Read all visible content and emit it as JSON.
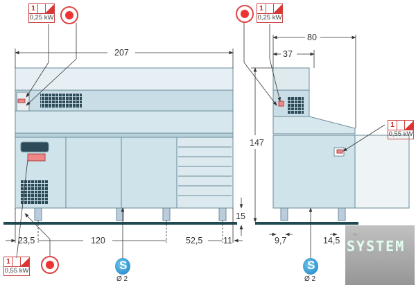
{
  "dimensions": {
    "width_total": "207",
    "height_total": "147",
    "leg_height": "15",
    "depth_total": "80",
    "depth_top": "37",
    "leg_left": "23,5",
    "leg_spacing_1": "120",
    "leg_spacing_2": "52,5",
    "leg_right": "11",
    "side_leg_front": "9,7",
    "side_leg_back": "14,5"
  },
  "badges": [
    {
      "phase": "1",
      "power": "0,25 kW"
    },
    {
      "phase": "1",
      "power": "0,25 kW"
    },
    {
      "phase": "1",
      "power": "0,55 kW"
    },
    {
      "phase": "1",
      "power": "0,55 kW"
    }
  ],
  "water": [
    {
      "icon": "water-drain-icon",
      "label": "Ø 2"
    },
    {
      "icon": "water-drain-icon",
      "label": "Ø 2"
    }
  ],
  "watermark": "SYSTEM",
  "colors": {
    "body": "#cfe3ea",
    "floor": "#1f4a52",
    "accent": "#dd3333",
    "water": "#2a8fd0"
  }
}
